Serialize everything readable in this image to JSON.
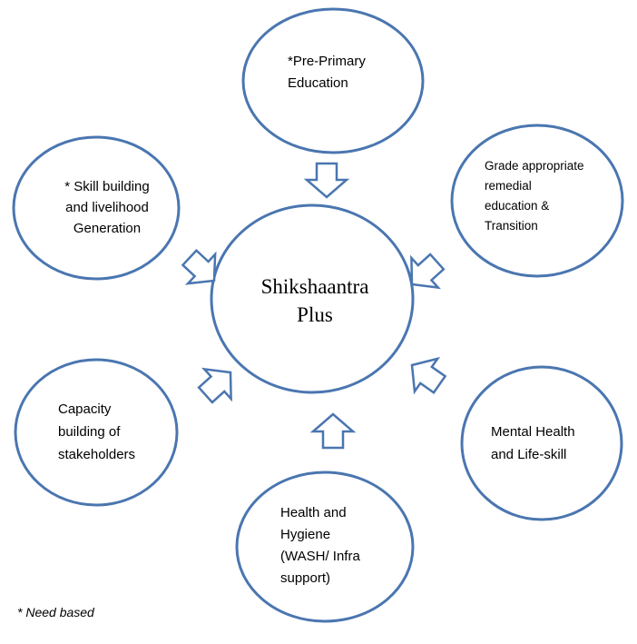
{
  "diagram": {
    "center": "Shikshaantra\nPlus",
    "nodes": {
      "top": "*Pre-Primary\nEducation",
      "top_right": "Grade appropriate\nremedial\neducation &\nTransition",
      "top_left": "* Skill building\nand livelihood\nGeneration",
      "bottom_right": "Mental Health\nand Life-skill",
      "bottom": "Health and\nHygiene\n(WASH/ Infra\nsupport)",
      "bottom_left": "Capacity\nbuilding of\nstakeholders"
    },
    "footnote": "* Need based"
  },
  "colors": {
    "outline": "#4a76b0",
    "fill": "#ffffff",
    "text": "#000000"
  }
}
